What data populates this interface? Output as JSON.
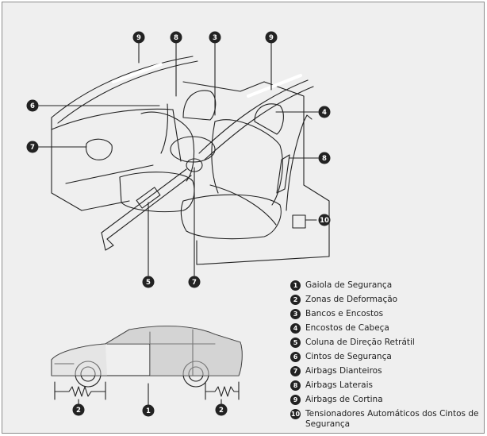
{
  "legend": [
    {
      "num": "1",
      "text": "Gaiola de Segurança"
    },
    {
      "num": "2",
      "text": "Zonas de Deformação"
    },
    {
      "num": "3",
      "text": "Bancos e Encostos"
    },
    {
      "num": "4",
      "text": "Encostos de Cabeça"
    },
    {
      "num": "5",
      "text": "Coluna de Direção Retrátil"
    },
    {
      "num": "6",
      "text": "Cintos de Segurança"
    },
    {
      "num": "7",
      "text": "Airbags Dianteiros"
    },
    {
      "num": "8",
      "text": "Airbags Laterais"
    },
    {
      "num": "9",
      "text": "Airbags de Cortina"
    },
    {
      "num": "10",
      "text": "Tensionadores Automáticos dos Cintos de Segurança"
    }
  ],
  "callouts": {
    "c9a": "9",
    "c8a": "8",
    "c3": "3",
    "c9b": "9",
    "c6": "6",
    "c4": "4",
    "c7a": "7",
    "c8b": "8",
    "c10": "10",
    "c5": "5",
    "c7b": "7",
    "c2a": "2",
    "c1": "1",
    "c2b": "2"
  },
  "colors": {
    "background": "#efefef",
    "line": "#222222",
    "callout": "#222222"
  }
}
